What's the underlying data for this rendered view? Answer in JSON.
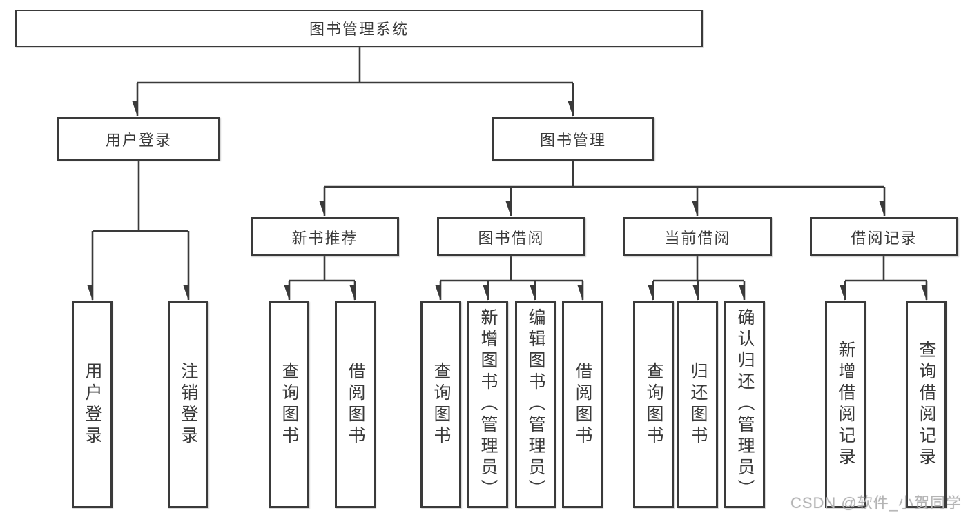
{
  "tree": {
    "root": "图书管理系统",
    "branches": [
      {
        "label": "用户登录",
        "children": [
          "用户登录",
          "注销登录"
        ]
      },
      {
        "label": "图书管理",
        "sections": [
          {
            "label": "新书推荐",
            "children": [
              "查询图书",
              "借阅图书"
            ]
          },
          {
            "label": "图书借阅",
            "children": [
              "查询图书",
              "新增图书（管理员）",
              "编辑图书（管理员）",
              "借阅图书"
            ]
          },
          {
            "label": "当前借阅",
            "children": [
              "查询图书",
              "归还图书",
              "确认归还（管理员）"
            ]
          },
          {
            "label": "借阅记录",
            "children": [
              "新增借阅记录",
              "查询借阅记录"
            ]
          }
        ]
      }
    ]
  },
  "watermark": {
    "text": "CSDN @软件_小贺同学"
  },
  "colors": {
    "line": "#3a3a3a",
    "box_border": "#3a3a3a",
    "background": "#ffffff",
    "watermark": "#b4b4b4"
  }
}
